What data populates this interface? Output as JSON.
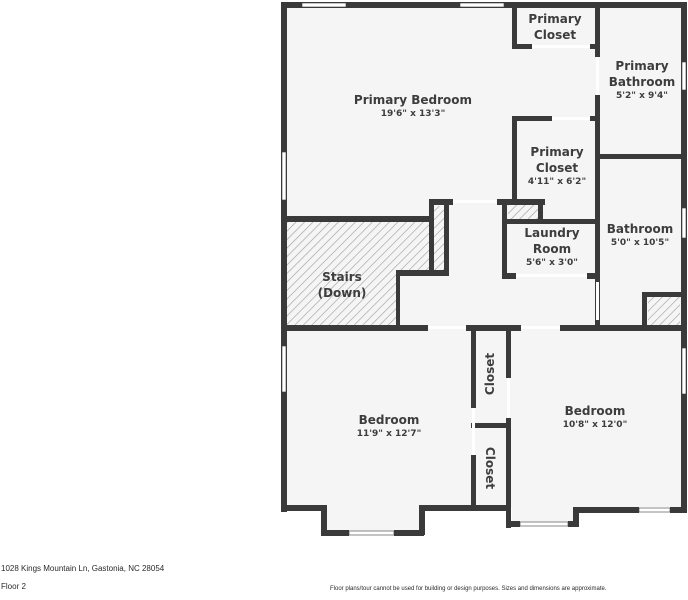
{
  "floorplan": {
    "floor": "Floor 2",
    "address": "1028 Kings Mountain Ln, Gastonia, NC 28054",
    "disclaimer": "Floor plans/tour cannot be used for building or design purposes. Sizes and dimensions are approximate.",
    "colors": {
      "wall": "#3a3a3a",
      "floor": "#f5f5f5",
      "hatch": "#9a9a9a"
    },
    "rooms": [
      {
        "name": "Primary Bedroom",
        "dims": "19'6\" x 13'3\""
      },
      {
        "name": "Primary Closet",
        "dims": ""
      },
      {
        "name": "Primary Bathroom",
        "dims": "5'2\" x 9'4\""
      },
      {
        "name": "Primary Closet",
        "dims": "4'11\" x 6'2\""
      },
      {
        "name": "Stairs (Down)",
        "dims": ""
      },
      {
        "name": "Laundry Room",
        "dims": "5'6\" x 3'0\""
      },
      {
        "name": "Bathroom",
        "dims": "5'0\" x 10'5\""
      },
      {
        "name": "Bedroom",
        "dims": "11'9\" x 12'7\""
      },
      {
        "name": "Closet",
        "dims": ""
      },
      {
        "name": "Closet",
        "dims": ""
      },
      {
        "name": "Bedroom",
        "dims": "10'8\" x 12'0\""
      }
    ],
    "label_lines": {
      "primary_closet_top": [
        "Primary",
        "Closet"
      ],
      "primary_bathroom": [
        "Primary",
        "Bathroom"
      ],
      "primary_closet_mid": [
        "Primary",
        "Closet"
      ],
      "laundry": [
        "Laundry",
        "Room"
      ]
    }
  }
}
